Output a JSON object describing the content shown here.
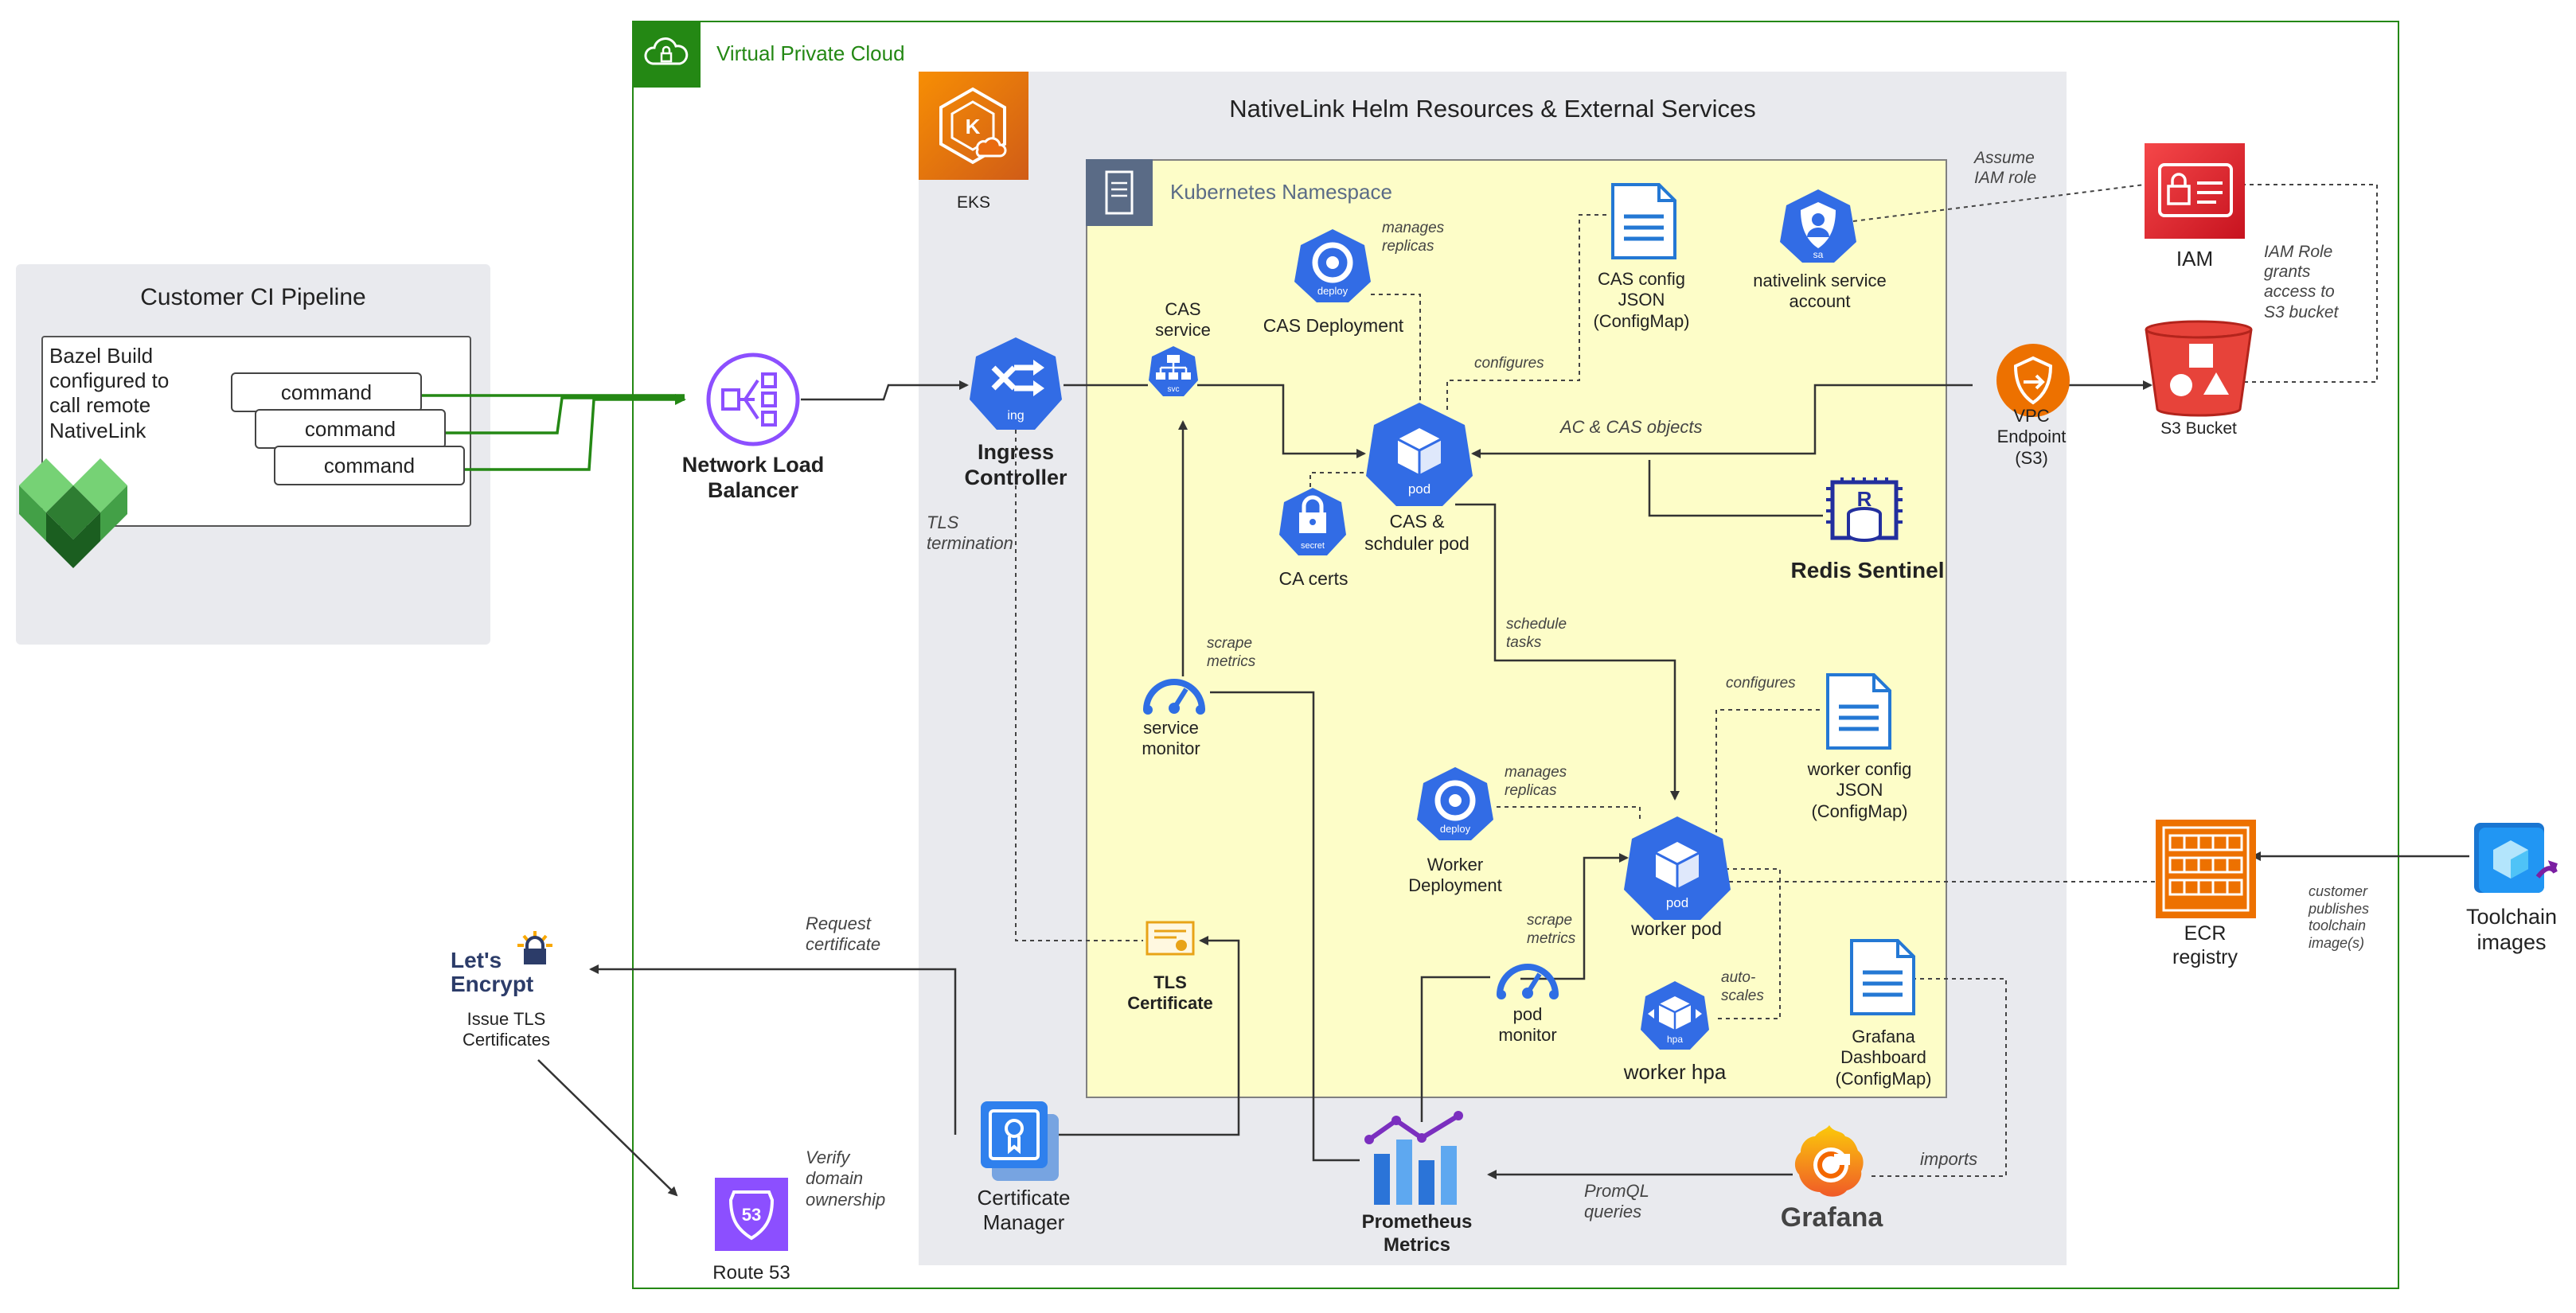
{
  "customer_ci": {
    "title": "Customer CI Pipeline",
    "bazel_text": "Bazel Build\nconfigured to\ncall remote\nNativeLink",
    "commands": [
      "command",
      "command",
      "command"
    ]
  },
  "vpc": {
    "title": "Virtual Private Cloud"
  },
  "helm": {
    "title": "NativeLink Helm Resources & External Services"
  },
  "eks": {
    "label": "EKS"
  },
  "namespace": {
    "title": "Kubernetes Namespace"
  },
  "nodes": {
    "nlb": "Network Load\nBalancer",
    "ingress": "Ingress\nController",
    "ingress_badge": "ing",
    "cas_service": "CAS\nservice",
    "svc_badge": "svc",
    "cas_deployment": "CAS Deployment",
    "deploy_badge": "deploy",
    "cas_config": "CAS config\nJSON\n(ConfigMap)",
    "service_account": "nativelink service\naccount",
    "sa_badge": "sa",
    "cas_pod": "CAS &\nschduler pod",
    "pod_badge": "pod",
    "ca_certs": "CA certs",
    "secret_badge": "secret",
    "redis": "Redis Sentinel",
    "service_monitor": "service\nmonitor",
    "worker_deployment": "Worker\nDeployment",
    "worker_config": "worker config\nJSON\n(ConfigMap)",
    "worker_pod": "worker pod",
    "pod_monitor": "pod\nmonitor",
    "worker_hpa": "worker hpa",
    "hpa_badge": "hpa",
    "grafana_dashboard": "Grafana\nDashboard\n(ConfigMap)",
    "tls_cert": "TLS\nCertificate",
    "cert_manager": "Certificate\nManager",
    "prometheus": "Prometheus\nMetrics",
    "grafana": "Grafana",
    "iam": "IAM",
    "s3": "S3 Bucket",
    "vpc_endpoint": "VPC\nEndpoint\n(S3)",
    "ecr": "ECR\nregistry",
    "toolchain": "Toolchain\nimages",
    "letsencrypt_logo_1": "Let's",
    "letsencrypt_logo_2": "Encrypt",
    "letsencrypt": "Issue TLS\nCertificates",
    "route53": "Route 53",
    "route53_badge": "53"
  },
  "annotations": {
    "manages_replicas_cas": "manages\nreplicas",
    "configures_cas": "configures",
    "assume_iam": "Assume\nIAM role",
    "iam_grants": "IAM Role\ngrants\naccess to\nS3 bucket",
    "ac_cas": "AC & CAS objects",
    "tls_termination": "TLS\ntermination",
    "scrape_service": "scrape\nmetrics",
    "schedule_tasks": "schedule\ntasks",
    "configures_worker": "configures",
    "manages_replicas_worker": "manages\nreplicas",
    "scrape_pod": "scrape\nmetrics",
    "autoscales": "auto-\nscales",
    "request_cert": "Request\ncertificate",
    "verify_domain": "Verify\ndomain\nownership",
    "promql": "PromQL\nqueries",
    "imports": "imports",
    "customer_publishes": "customer\npublishes\ntoolchain\nimage(s)"
  },
  "colors": {
    "vpc_green": "#248814",
    "k8s_blue": "#326ce5",
    "aws_orange": "#ed7100",
    "iam_red": "#dd344c",
    "s3_red": "#e7157b",
    "purple": "#8c4fff",
    "namespace_fill": "#fdfdc8"
  }
}
